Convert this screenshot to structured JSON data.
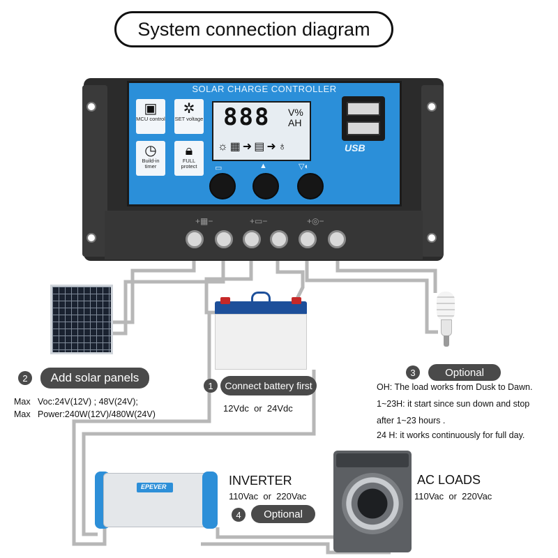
{
  "title": "System connection diagram",
  "controller": {
    "name": "SOLAR CHARGE CONTROLLER",
    "features": [
      "MCU control",
      "SET voltage",
      "Build-in timer",
      "FULL protect"
    ],
    "display": {
      "digits": "888",
      "unit_top": "V%",
      "unit_bottom": "AH"
    },
    "usb_label": "USB"
  },
  "steps": {
    "battery": {
      "number": "1",
      "label": "Connect battery first",
      "voltage": "12Vdc  or  24Vdc"
    },
    "solar": {
      "number": "2",
      "label": "Add solar panels",
      "voc": "Max   Voc:24V(12V) ; 48V(24V);",
      "power": "Max   Power:240W(12V)/480W(24V)"
    },
    "load": {
      "number": "3",
      "label": "Optional",
      "notes": [
        "OH: The load works from Dusk to Dawn.",
        "1~23H: it start since sun down and stop",
        "after 1~23 hours .",
        "24 H: it works continuously for full day."
      ]
    },
    "inverter": {
      "number": "4",
      "label": "Optional",
      "title": "INVERTER",
      "voltage": "110Vac  or  220Vac"
    },
    "ac_loads": {
      "title": "AC  LOADS",
      "voltage": "110Vac  or  220Vac"
    }
  },
  "inverter_brand": "EPEVER",
  "colors": {
    "controller_blue": "#2b8fd9",
    "badge_gray": "#4a4a4a",
    "wire_gray": "#b7b7b7",
    "battery_blue": "#1d4f9a",
    "terminal_red": "#c62828"
  }
}
